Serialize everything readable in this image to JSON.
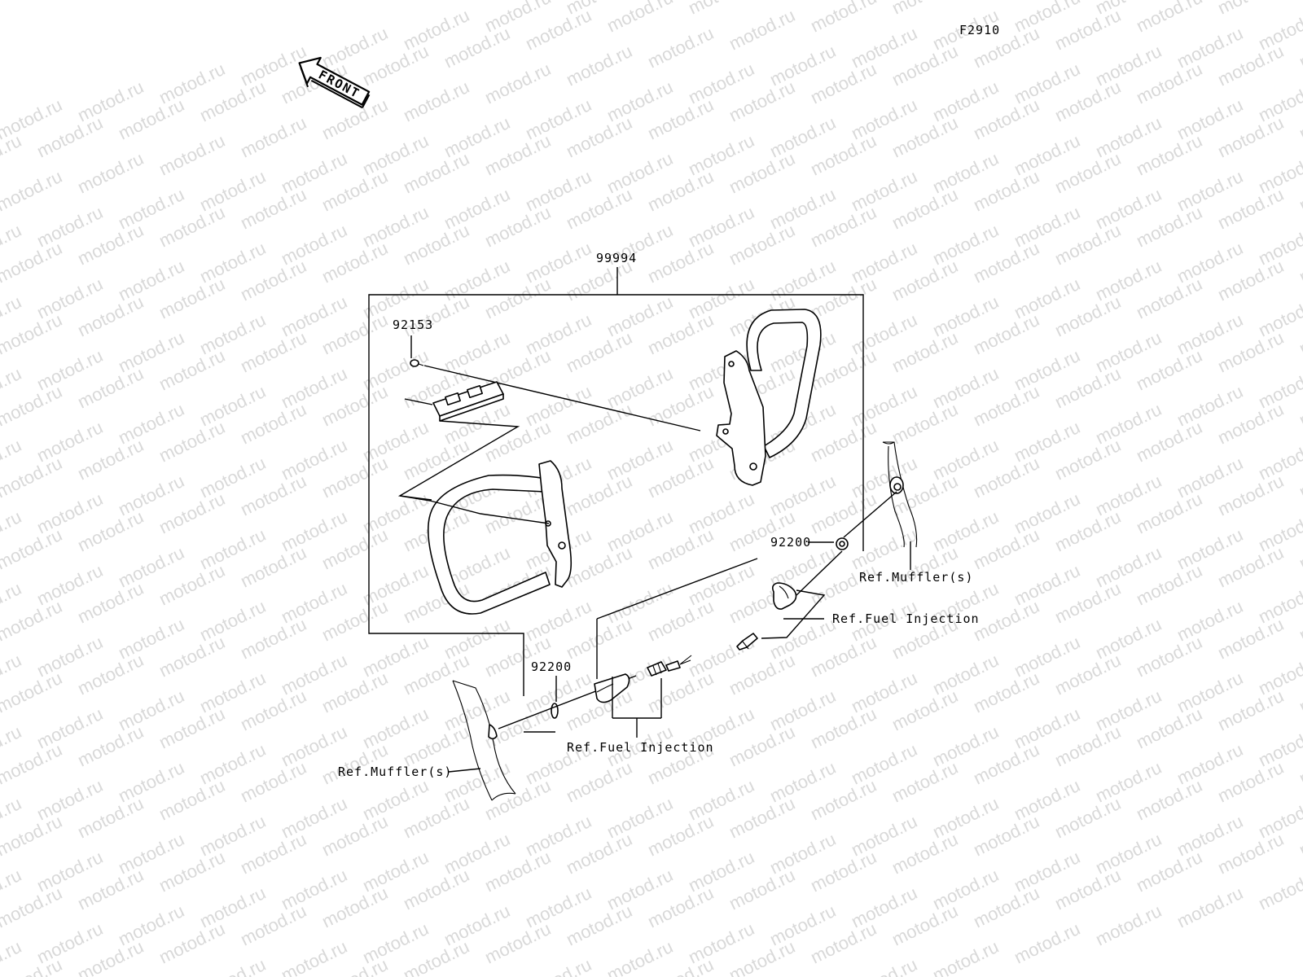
{
  "diagram": {
    "code": "F2910",
    "front_label": "FRONT",
    "watermark_text": "motod.ru",
    "callouts": {
      "assembly": "99994",
      "bolt": "92153",
      "washer_right": "92200",
      "washer_left": "92200",
      "ref_muffler_right": "Ref.Muffler(s)",
      "ref_fuel_right": "Ref.Fuel Injection",
      "ref_fuel_left": "Ref.Fuel Injection",
      "ref_muffler_left": "Ref.Muffler(s)"
    },
    "colors": {
      "line": "#000000",
      "watermark": "#d9d9d9",
      "background": "#ffffff"
    }
  }
}
